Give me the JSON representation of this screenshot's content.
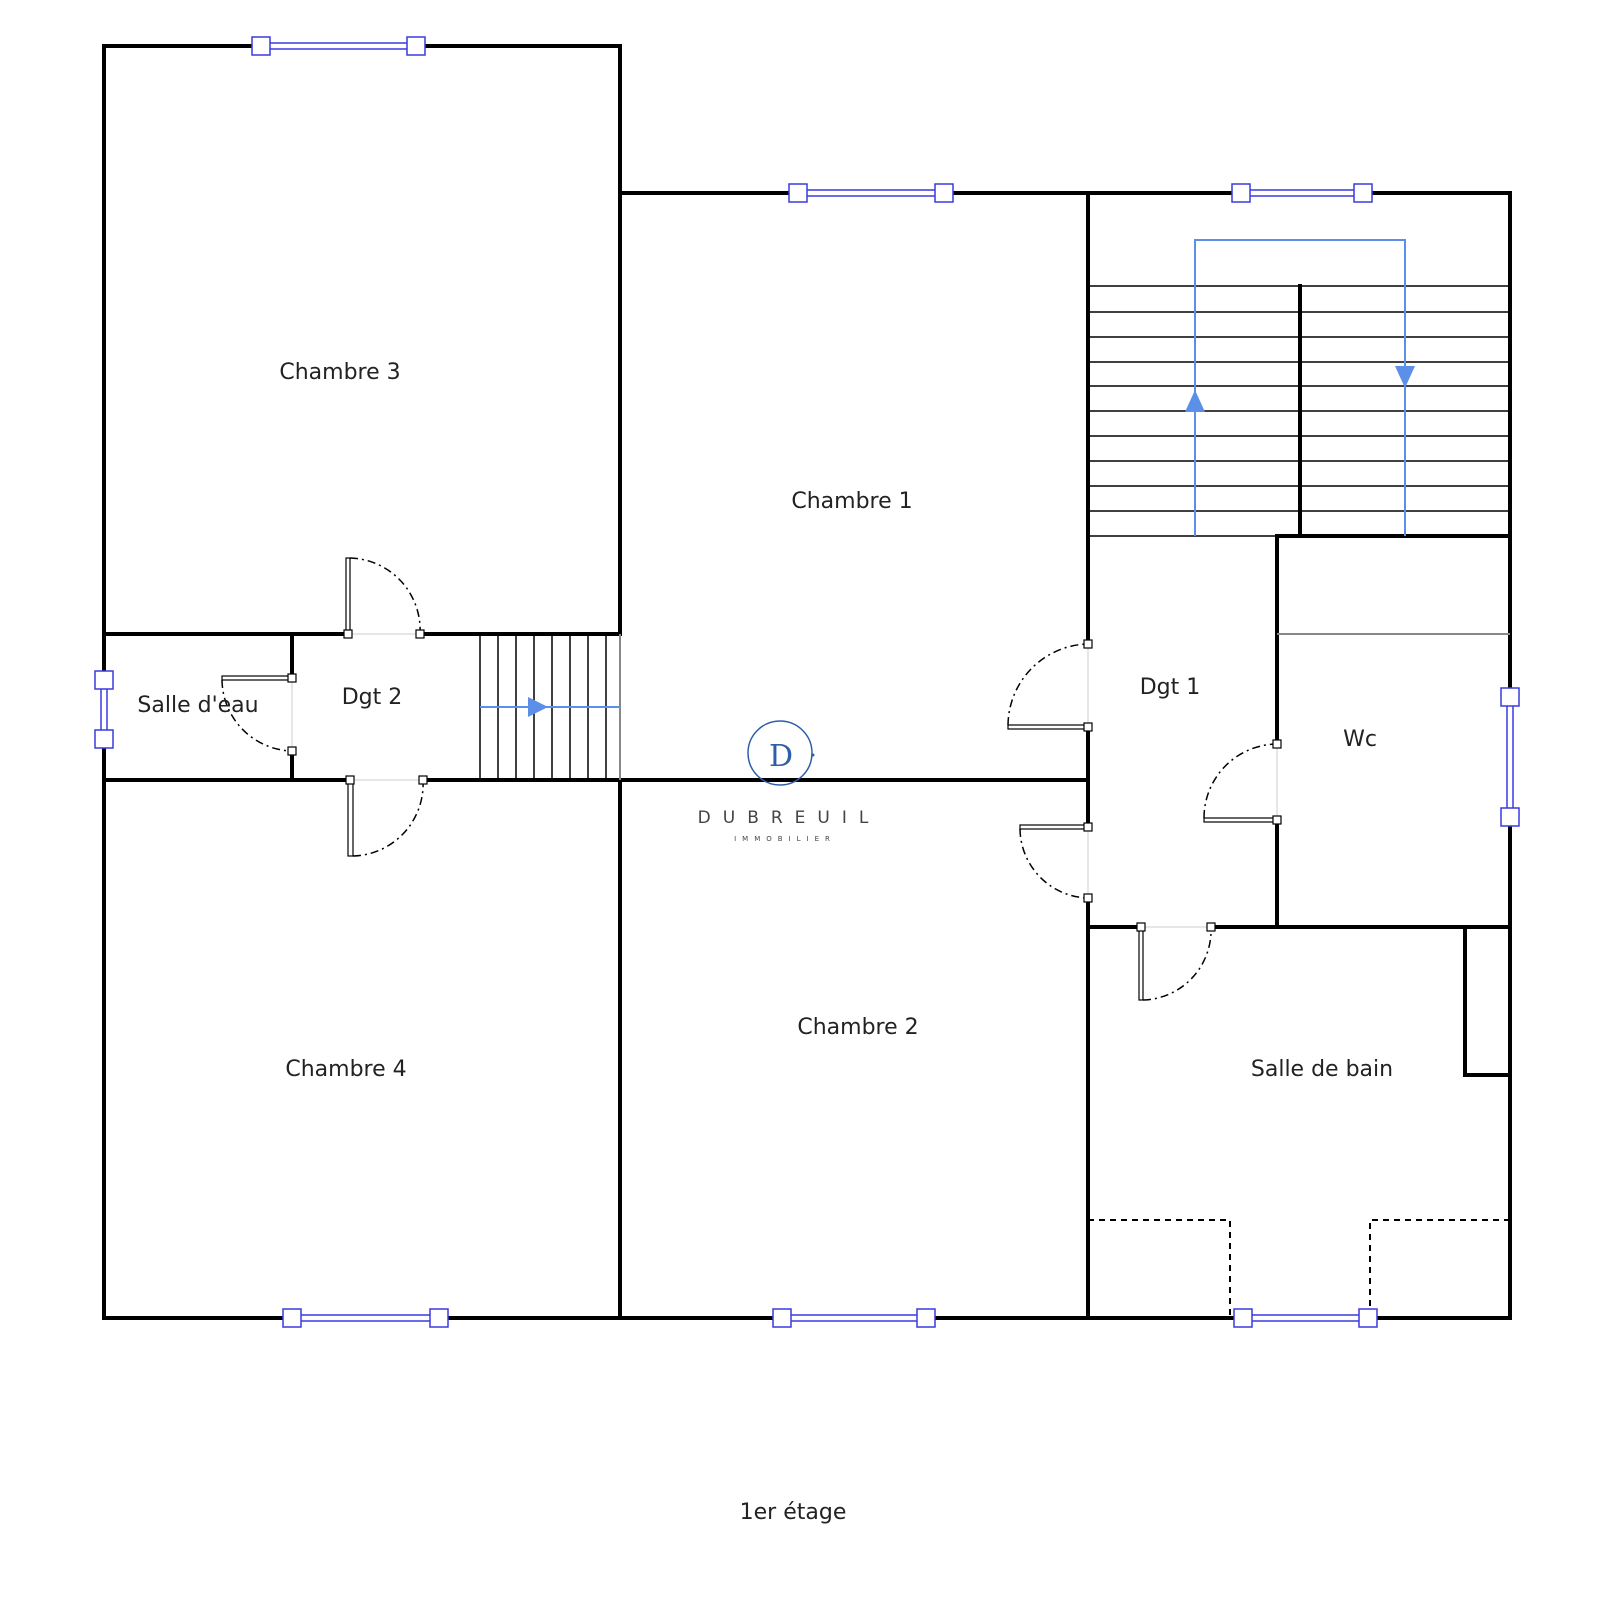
{
  "plan": {
    "title": "1er étage",
    "rooms": {
      "chambre3": "Chambre 3",
      "chambre1": "Chambre 1",
      "chambre2": "Chambre 2",
      "chambre4": "Chambre 4",
      "salle_eau": "Salle d'eau",
      "dgt2": "Dgt 2",
      "dgt1": "Dgt 1",
      "wc": "Wc",
      "salle_bain": "Salle de bain"
    }
  },
  "logo": {
    "initial": "D",
    "name": "DUBREUIL",
    "tagline": "IMMOBILIER",
    "color": "#2f5ea8"
  },
  "colors": {
    "window": "#3a3ae0",
    "stair_arrow": "#5b8fe8"
  }
}
